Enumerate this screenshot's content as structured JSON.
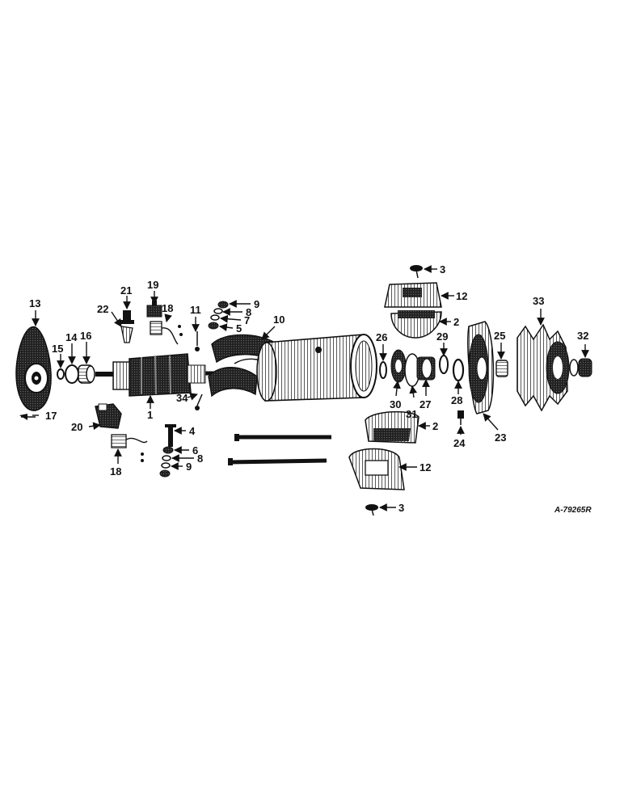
{
  "diagram": {
    "reference_code": "A-79265R",
    "callouts": {
      "c1": "1",
      "c2a": "2",
      "c2b": "2",
      "c3a": "3",
      "c3b": "3",
      "c4": "4",
      "c5": "5",
      "c6": "6",
      "c7": "7",
      "c8a": "8",
      "c8b": "8",
      "c9a": "9",
      "c9b": "9",
      "c10": "10",
      "c11": "11",
      "c12a": "12",
      "c12b": "12",
      "c13": "13",
      "c14": "14",
      "c15": "15",
      "c16": "16",
      "c17": "17",
      "c18a": "18",
      "c18b": "18",
      "c19": "19",
      "c20": "20",
      "c21": "21",
      "c22": "22",
      "c23": "23",
      "c24": "24",
      "c25": "25",
      "c26": "26",
      "c27": "27",
      "c28": "28",
      "c29": "29",
      "c30": "30",
      "c31": "31",
      "c32": "32",
      "c33": "33",
      "c34": "34"
    }
  }
}
